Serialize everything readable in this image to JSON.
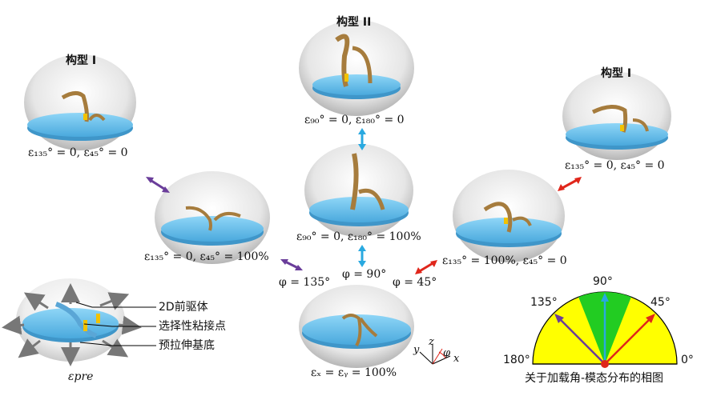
{
  "configs": {
    "top_left_title": "构型 I",
    "top_center_title": "构型 II",
    "top_right_title": "构型 I"
  },
  "equations": {
    "top_left": "ε₁₃₅° = 0, ε₄₅° = 0",
    "top_center": "ε₉₀° = 0, ε₁₈₀° = 0",
    "top_right": "ε₁₃₅° = 0, ε₄₅° = 0",
    "mid_left": "ε₁₃₅° = 0, ε₄₅° = 100%",
    "mid_center": "ε₉₀° = 0, ε₁₈₀° = 100%",
    "mid_right": "ε₁₃₅° = 100%, ε₄₅° = 0",
    "bottom_center": "εₓ = εᵧ = 100%",
    "pre": "εpre"
  },
  "angles": {
    "phi_135": "φ = 135°",
    "phi_90": "φ = 90°",
    "phi_45": "φ = 45°"
  },
  "legend": {
    "precursor": "2D前驱体",
    "bonding": "选择性粘接点",
    "substrate": "预拉伸基底"
  },
  "axes": {
    "y": "y",
    "z": "z",
    "phi": "φ",
    "x": "x"
  },
  "phase_diagram": {
    "tick_90": "90°",
    "tick_135": "135°",
    "tick_45": "45°",
    "tick_180": "180°",
    "tick_0": "0°",
    "caption": "关于加载角-模态分布的相图"
  },
  "colors": {
    "disk": "#6cc4f0",
    "ribbon": "#a67c3d",
    "purple": "#6a3d9a",
    "cyan": "#29a9e0",
    "red": "#e0261b",
    "yellow": "#ffff00",
    "green": "#22cc22"
  }
}
